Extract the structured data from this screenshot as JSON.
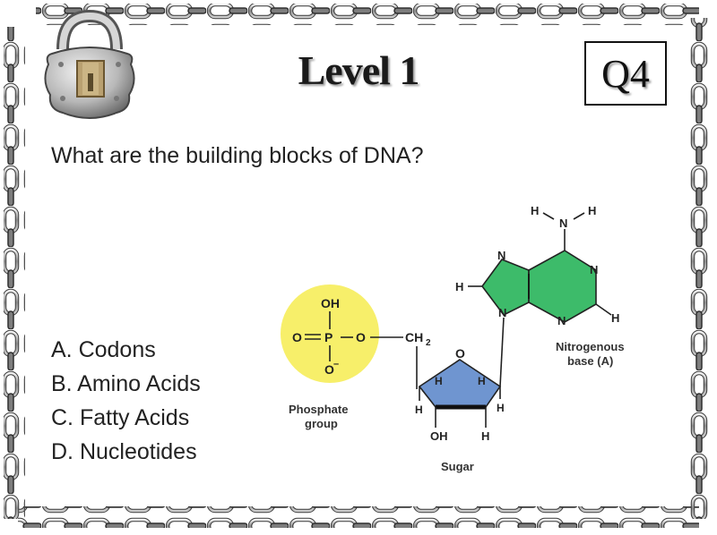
{
  "slide": {
    "title": "Level 1",
    "question_number": "Q4",
    "question": "What are the building blocks of DNA?",
    "answers": [
      "A. Codons",
      "B. Amino Acids",
      "C. Fatty Acids",
      "D. Nucleotides"
    ]
  },
  "diagram": {
    "phosphate_label": [
      "Phosphate",
      "group"
    ],
    "sugar_label": "Sugar",
    "base_label": [
      "Nitrogenous",
      "base (A)"
    ],
    "atoms": {
      "oh": "OH",
      "o_eq": "O",
      "p": "P",
      "o_single": "O",
      "o_minus": "O",
      "ch2": "CH",
      "ring_o": "O",
      "h": "H",
      "n": "N",
      "sugar_oh": "OH"
    },
    "colors": {
      "phosphate": "#f7ef6a",
      "sugar": "#6f95d0",
      "base": "#3dbb6a"
    }
  },
  "icons": [
    "padlock-icon",
    "chain-border"
  ]
}
